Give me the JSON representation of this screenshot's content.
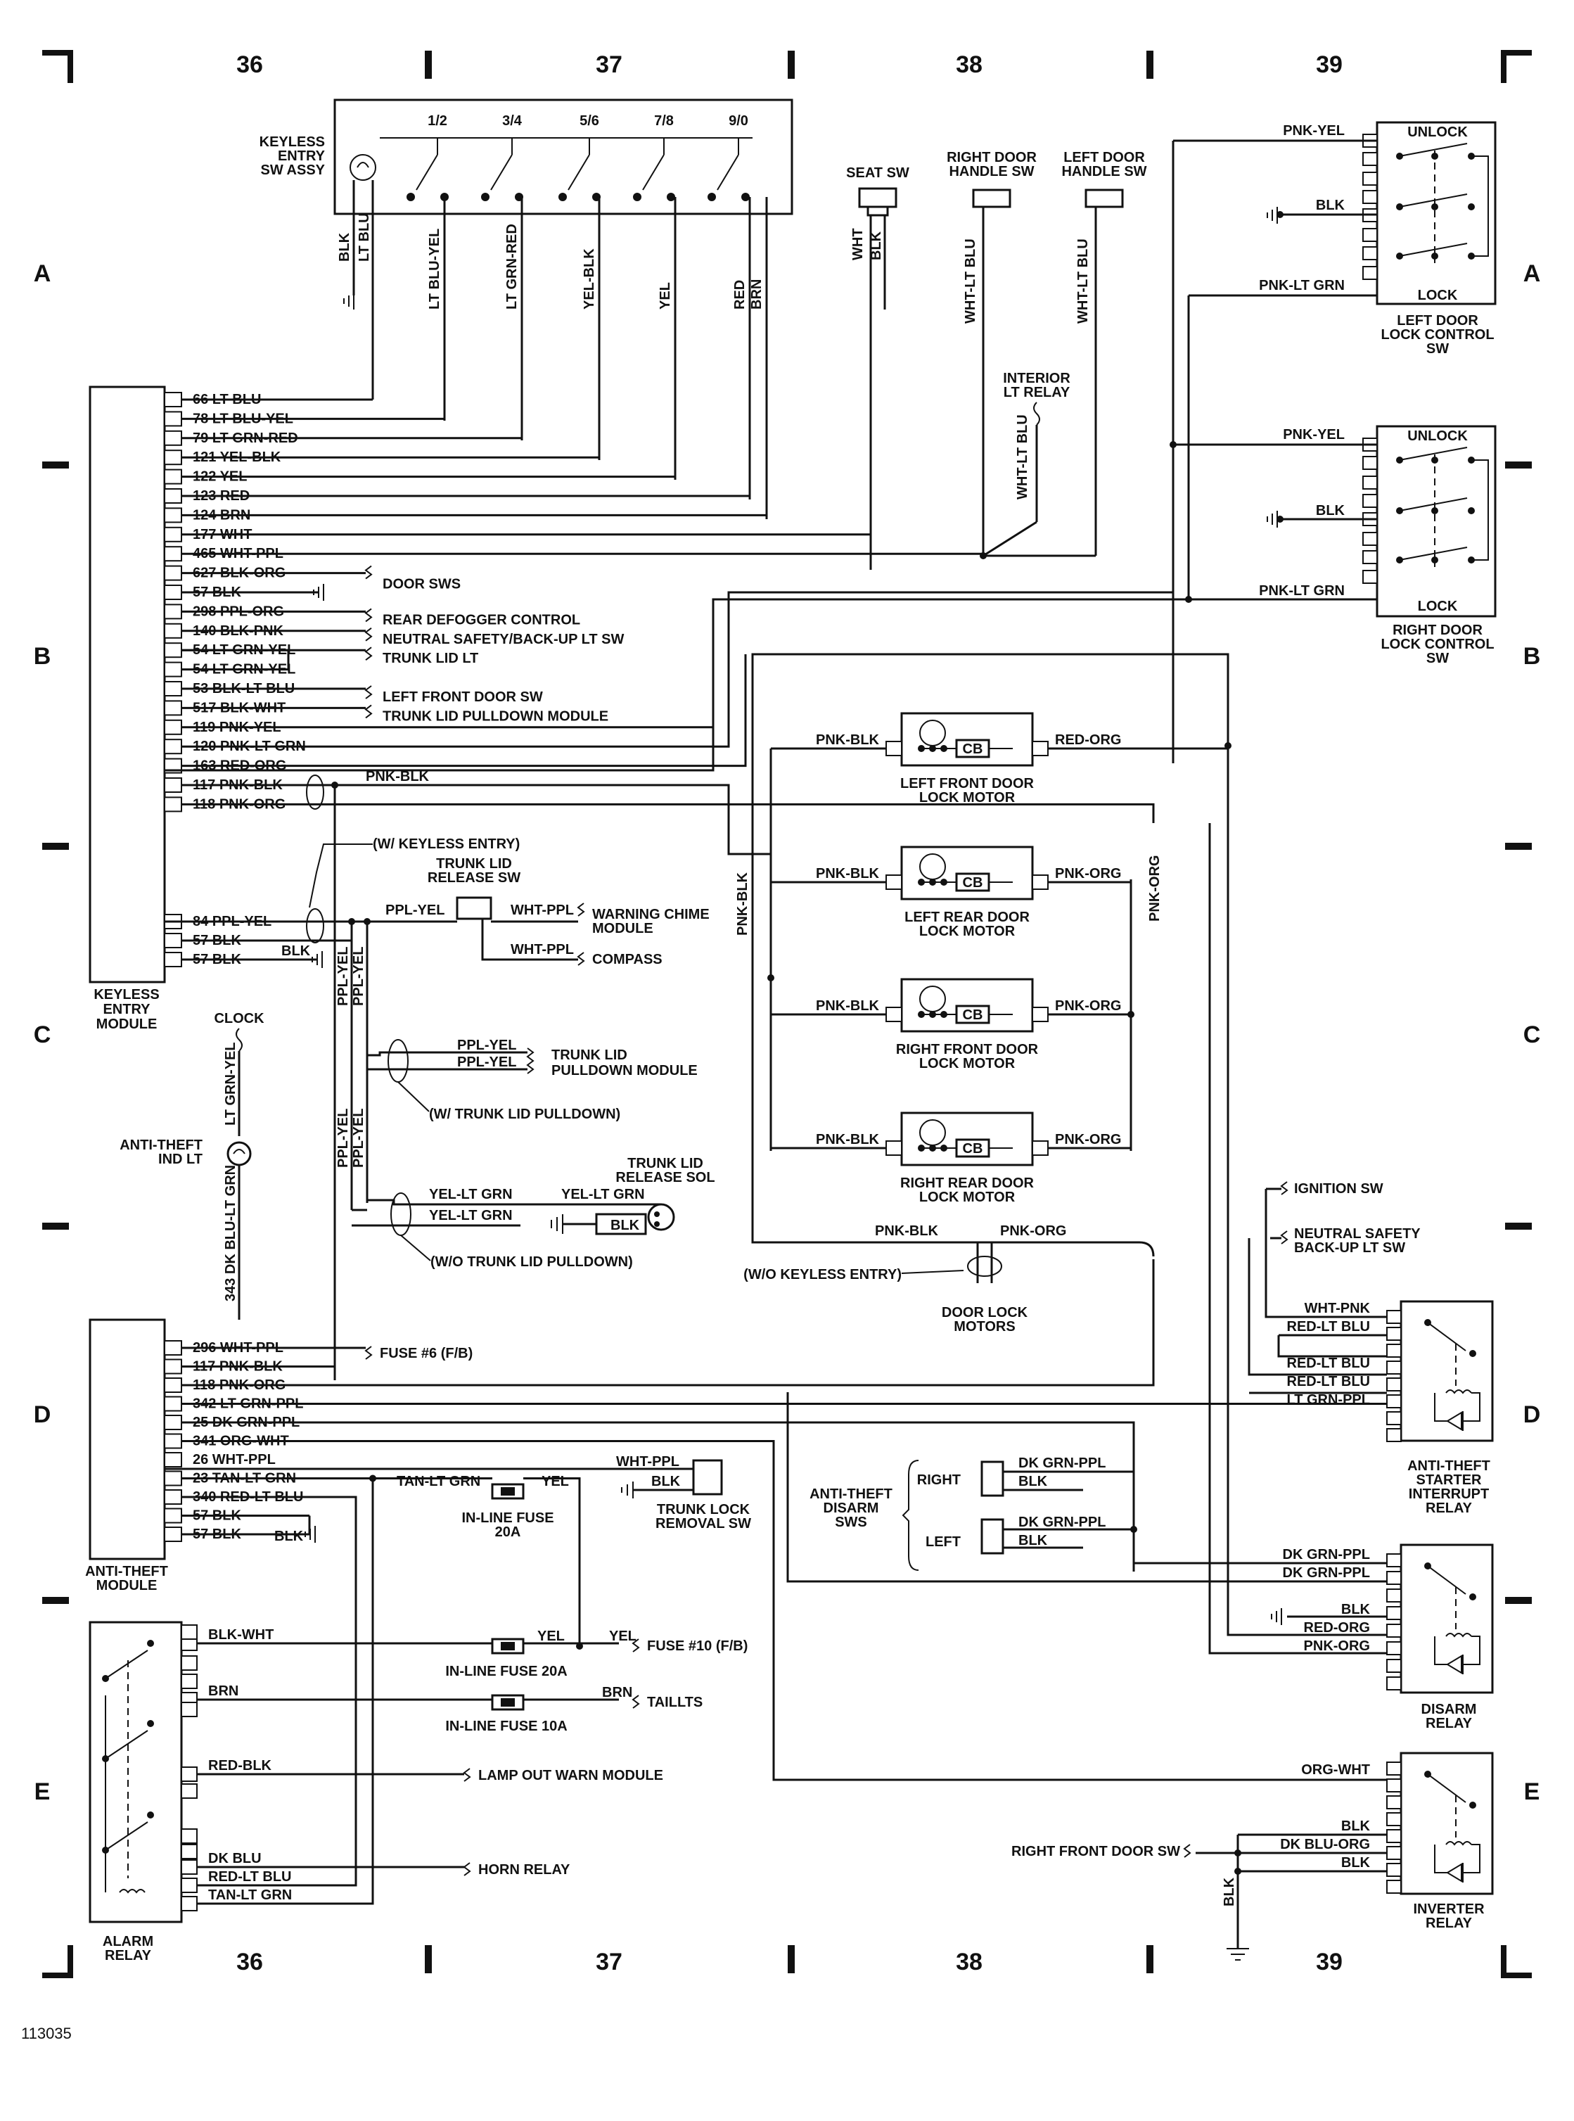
{
  "grid": {
    "columns": [
      "36",
      "37",
      "38",
      "39"
    ],
    "rows": [
      "A",
      "B",
      "C",
      "D",
      "E"
    ]
  },
  "figure_number": "113035",
  "components": {
    "keyless_entry_sw_assy": {
      "title": [
        "KEYLESS",
        "ENTRY",
        "SW ASSY"
      ],
      "buttons": [
        "1/2",
        "3/4",
        "5/6",
        "7/8",
        "9/0"
      ],
      "wires": [
        "BLK",
        "LT BLU",
        "LT BLU-YEL",
        "LT GRN-RED",
        "YEL-BLK",
        "YEL",
        "RED",
        "BRN"
      ]
    },
    "seat_sw": {
      "title": "SEAT SW",
      "wires": [
        "WHT",
        "BLK"
      ]
    },
    "right_door_handle_sw": {
      "title": [
        "RIGHT DOOR",
        "HANDLE SW"
      ],
      "wire": "WHT-LT BLU"
    },
    "left_door_handle_sw": {
      "title": [
        "LEFT DOOR",
        "HANDLE SW"
      ],
      "wire": "WHT-LT BLU"
    },
    "interior_lt_relay": {
      "title": [
        "INTERIOR",
        "LT RELAY"
      ],
      "wire": "WHT-LT BLU"
    },
    "left_door_lock_control_sw": {
      "title": [
        "LEFT DOOR",
        "LOCK CONTROL",
        "SW"
      ],
      "unlock": "UNLOCK",
      "lock": "LOCK",
      "wires": [
        "PNK-YEL",
        "BLK",
        "PNK-LT GRN"
      ]
    },
    "right_door_lock_control_sw": {
      "title": [
        "RIGHT DOOR",
        "LOCK CONTROL",
        "SW"
      ],
      "unlock": "UNLOCK",
      "lock": "LOCK",
      "wires": [
        "PNK-YEL",
        "BLK",
        "PNK-LT GRN"
      ]
    },
    "keyless_entry_module": {
      "title": [
        "KEYLESS",
        "ENTRY",
        "MODULE"
      ],
      "pins": [
        "66 LT BLU",
        "78 LT BLU-YEL",
        "79 LT GRN-RED",
        "121 YEL-BLK",
        "122 YEL",
        "123 RED",
        "124 BRN",
        "177 WHT",
        "465 WHT-PPL",
        "627 BLK-ORG",
        "57 BLK",
        "298 PPL-ORG",
        "140 BLK-PNK",
        "54 LT GRN-YEL",
        "54 LT GRN-YEL",
        "53 BLK-LT BLU",
        "517 BLK-WHT",
        "119 PNK-YEL",
        "120 PNK-LT GRN",
        "163 RED-ORG",
        "117 PNK-BLK",
        "118 PNK-ORG",
        "84 PPL-YEL",
        "57 BLK",
        "57 BLK"
      ],
      "destinations": {
        "door_sws": "DOOR SWS",
        "rear_defogger": "REAR DEFOGGER CONTROL",
        "neutral_safety": "NEUTRAL SAFETY/BACK-UP LT SW",
        "trunk_lid_lt": "TRUNK LID LT",
        "left_front_door_sw": "LEFT FRONT DOOR SW",
        "trunk_lid_pulldown": "TRUNK LID PULLDOWN MODULE"
      },
      "blk": "BLK",
      "pnk_blk": "PNK-BLK"
    },
    "lock_motors": [
      {
        "title": [
          "LEFT FRONT DOOR",
          "LOCK MOTOR"
        ],
        "left": "PNK-BLK",
        "right": "RED-ORG",
        "cb": "CB"
      },
      {
        "title": [
          "LEFT REAR DOOR",
          "LOCK MOTOR"
        ],
        "left": "PNK-BLK",
        "right": "PNK-ORG",
        "cb": "CB"
      },
      {
        "title": [
          "RIGHT FRONT DOOR",
          "LOCK MOTOR"
        ],
        "left": "PNK-BLK",
        "right": "PNK-ORG",
        "cb": "CB"
      },
      {
        "title": [
          "RIGHT REAR DOOR",
          "LOCK MOTOR"
        ],
        "left": "PNK-BLK",
        "right": "PNK-ORG",
        "cb": "CB"
      }
    ],
    "lock_bus": {
      "left": "PNK-BLK",
      "right": "PNK-ORG"
    },
    "door_lock_motors": {
      "title": [
        "DOOR LOCK",
        "MOTORS"
      ],
      "note": "(W/O KEYLESS ENTRY)",
      "wires": [
        "PNK-BLK",
        "PNK-ORG"
      ]
    },
    "trunk_lid_release_sw": {
      "title": [
        "TRUNK LID",
        "RELEASE SW"
      ],
      "note": "(W/ KEYLESS ENTRY)",
      "wires": [
        "PPL-YEL",
        "WHT-PPL",
        "WHT-PPL"
      ],
      "warning_chime": [
        "WARNING CHIME",
        "MODULE"
      ],
      "compass": "COMPASS"
    },
    "trunk_lid_pulldown": {
      "wires": [
        "PPL-YEL",
        "PPL-YEL"
      ],
      "title": [
        "TRUNK LID",
        "PULLDOWN MODULE"
      ],
      "note": "(W/ TRUNK LID PULLDOWN)",
      "risers": [
        "PPL-YEL",
        "PPL-YEL",
        "PPL-YEL",
        "PPL-YEL"
      ]
    },
    "trunk_lid_release_sol": {
      "title": [
        "TRUNK LID",
        "RELEASE SOL"
      ],
      "wires": [
        "YEL-LT GRN",
        "YEL-LT GRN",
        "YEL-LT GRN"
      ],
      "blk": "BLK",
      "note": "(W/O TRUNK LID PULLDOWN)"
    },
    "clock": {
      "title": "CLOCK",
      "wire": "LT GRN-YEL"
    },
    "anti_theft_ind_lt": {
      "title": [
        "ANTI-THEFT",
        "IND LT"
      ],
      "wire": "343 DK BLU-LT GRN"
    },
    "anti_theft_module": {
      "title": [
        "ANTI-THEFT",
        "MODULE"
      ],
      "pins": [
        "296 WHT-PPL",
        "117 PNK-BLK",
        "118 PNK-ORG",
        "342 LT GRN-PPL",
        "25 DK GRN-PPL",
        "341 ORG-WHT",
        "26 WHT-PPL",
        "23 TAN-LT GRN",
        "340 RED-LT BLU",
        "57 BLK",
        "57 BLK"
      ],
      "fuse6": "FUSE #6 (F/B)",
      "tan_lt_grn": "TAN-LT GRN",
      "yel": "YEL",
      "blk": "BLK"
    },
    "in_line_fuse_20a_top": {
      "title": [
        "IN-LINE FUSE",
        "20A"
      ]
    },
    "trunk_lock_removal_sw": {
      "title": [
        "TRUNK LOCK",
        "REMOVAL SW"
      ],
      "wires": [
        "WHT-PPL",
        "BLK"
      ]
    },
    "anti_theft_disarm_sws": {
      "title": [
        "ANTI-THEFT",
        "DISARM",
        "SWS"
      ],
      "right": "RIGHT",
      "left": "LEFT",
      "wires": [
        "DK GRN-PPL",
        "BLK",
        "DK GRN-PPL",
        "BLK"
      ]
    },
    "anti_theft_starter_interrupt_relay": {
      "title": [
        "ANTI-THEFT",
        "STARTER",
        "INTERRUPT",
        "RELAY"
      ],
      "ignition": "IGNITION SW",
      "neutral": [
        "NEUTRAL SAFETY",
        "BACK-UP LT SW"
      ],
      "wires": [
        "WHT-PNK",
        "RED-LT BLU",
        "RED-LT BLU",
        "RED-LT BLU",
        "LT GRN-PPL"
      ]
    },
    "disarm_relay": {
      "title": [
        "DISARM",
        "RELAY"
      ],
      "wires": [
        "DK GRN-PPL",
        "DK GRN-PPL",
        "BLK",
        "RED-ORG",
        "PNK-ORG"
      ]
    },
    "inverter_relay": {
      "title": [
        "INVERTER",
        "RELAY"
      ],
      "wires": [
        "ORG-WHT",
        "BLK",
        "DK BLU-ORG",
        "BLK"
      ],
      "rfd": "RIGHT FRONT DOOR SW",
      "ground": "BLK"
    },
    "alarm_relay": {
      "title": [
        "ALARM",
        "RELAY"
      ],
      "wires": [
        "BLK-WHT",
        "BRN",
        "RED-BLK",
        "DK BLU",
        "RED-LT BLU",
        "TAN-LT GRN"
      ],
      "fuse10": "FUSE #10 (F/B)",
      "fuse20": "IN-LINE FUSE 20A",
      "fuse10a": "IN-LINE FUSE 10A",
      "yel1": "YEL",
      "yel2": "YEL",
      "brn": "BRN",
      "taillts": "TAILLTS",
      "lamp_out": "LAMP OUT WARN MODULE",
      "horn": "HORN RELAY"
    }
  }
}
